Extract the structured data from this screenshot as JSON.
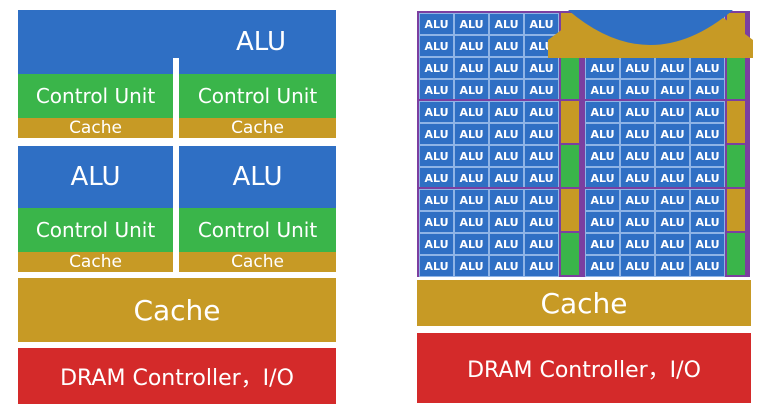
{
  "labels": {
    "alu": "ALU",
    "control_unit": "Control Unit",
    "cache": "Cache",
    "dram": "DRAM Controller，I/O"
  },
  "colors": {
    "alu_blue": "#2f6fc4",
    "control_green": "#3ab54a",
    "cache_gold": "#c79a25",
    "dram_red": "#d42a2a",
    "gpu_frame_purple": "#7b3fa0"
  }
}
